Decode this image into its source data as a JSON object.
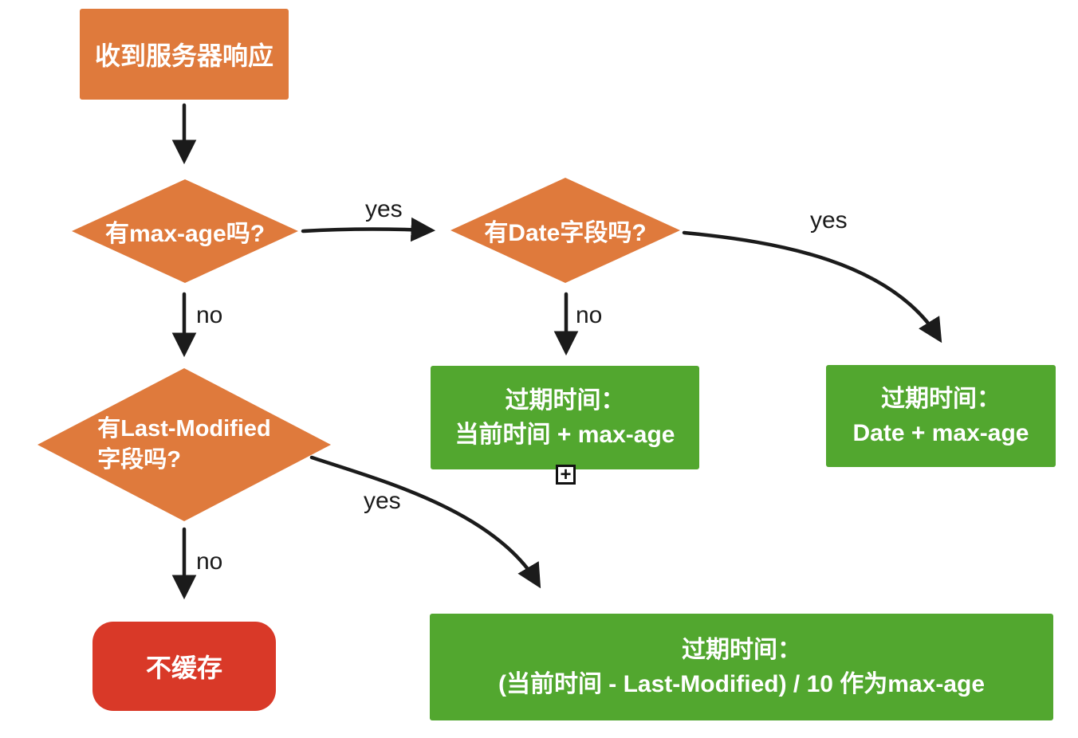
{
  "colors": {
    "node_orange": "#DF7A3C",
    "node_green": "#52A72F",
    "node_red": "#D93928",
    "arrow_black": "#1B1B1B",
    "text_white": "#FFFFFF",
    "canvas_bg": "#FFFFFF"
  },
  "nodes": {
    "start": {
      "label": "收到服务器响应"
    },
    "has_max_age": {
      "label": "有max-age吗?"
    },
    "has_date": {
      "label": "有Date字段吗?"
    },
    "has_last_modified": {
      "label_line1": "有Last-Modified",
      "label_line2": "字段吗?"
    },
    "expire_current": {
      "title": "过期时间：",
      "formula": "当前时间 + max-age"
    },
    "expire_date": {
      "title": "过期时间：",
      "formula": "Date + max-age"
    },
    "expire_last_modified": {
      "title": "过期时间：",
      "formula": "(当前时间 - Last-Modified) / 10 作为max-age"
    },
    "no_cache": {
      "label": "不缓存"
    }
  },
  "edge_labels": {
    "max_age_yes": "yes",
    "max_age_no": "no",
    "date_yes": "yes",
    "date_no": "no",
    "last_modified_yes": "yes",
    "last_modified_no": "no"
  },
  "icons": {
    "add_handle": "+"
  }
}
